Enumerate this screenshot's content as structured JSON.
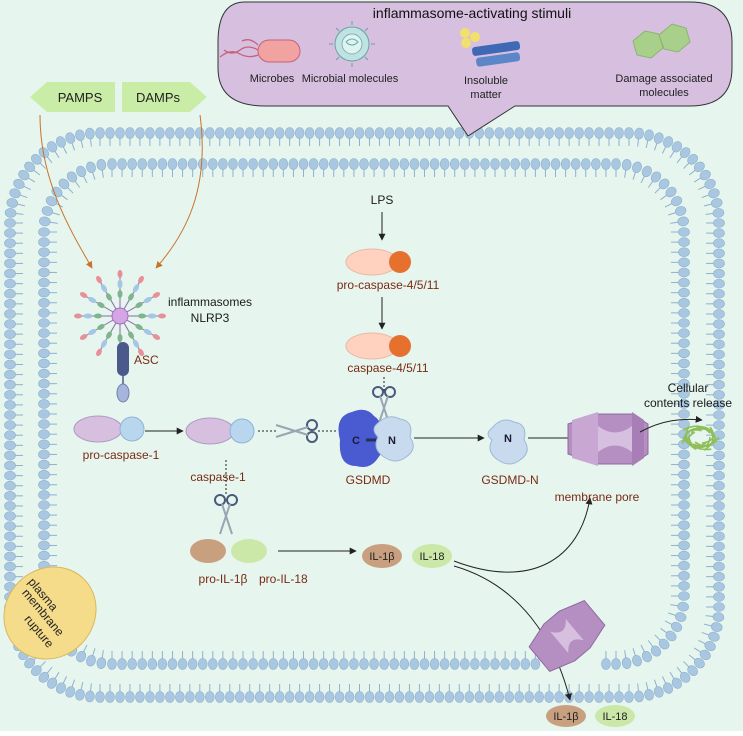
{
  "stimuli": {
    "title": "inflammasome-activating stimuli",
    "microbes": "Microbes",
    "microbial_molecules": "Microbial molecules",
    "insoluble_1": "Insoluble",
    "insoluble_2": "matter",
    "damage_1": "Damage associated",
    "damage_2": "molecules"
  },
  "signals": {
    "pamps": "PAMPS",
    "damps": "DAMPs"
  },
  "nlrp3": {
    "line1": "inflammasomes",
    "line2": "NLRP3"
  },
  "asc": "ASC",
  "pro_caspase_1": "pro-caspase-1",
  "caspase_1": "caspase-1",
  "lps": "LPS",
  "pro_caspase_4511": "pro-caspase-4/5/11",
  "caspase_4511": "caspase-4/5/11",
  "gsdmd": {
    "label": "GSDMD",
    "c": "C",
    "n": "N"
  },
  "gsdmd_n": {
    "label": "GSDMD-N",
    "n": "N"
  },
  "membrane_pore": "membrane pore",
  "cellular_release": {
    "line1": "Cellular",
    "line2": "contents release"
  },
  "pro_il1b": "pro-IL-1β",
  "pro_il18": "pro-IL-18",
  "il1b": "IL-1β",
  "il18": "IL-18",
  "plasma_rupture": {
    "line1": "plasma",
    "line2": "membrane",
    "line3": "rupture"
  },
  "colors": {
    "background": "#e6f6ef",
    "lipid": "#a9c7e1",
    "bubble": "#d7bfe0",
    "pore": "#c6a2cf",
    "caspase_pink": "#ffd2c0",
    "caspase_orange": "#e6702e",
    "gsdmd_blue": "#4a5bd1",
    "il1b": "#c9a07f",
    "il18": "#cbe8a8",
    "rupture": "#f5dc8a"
  }
}
